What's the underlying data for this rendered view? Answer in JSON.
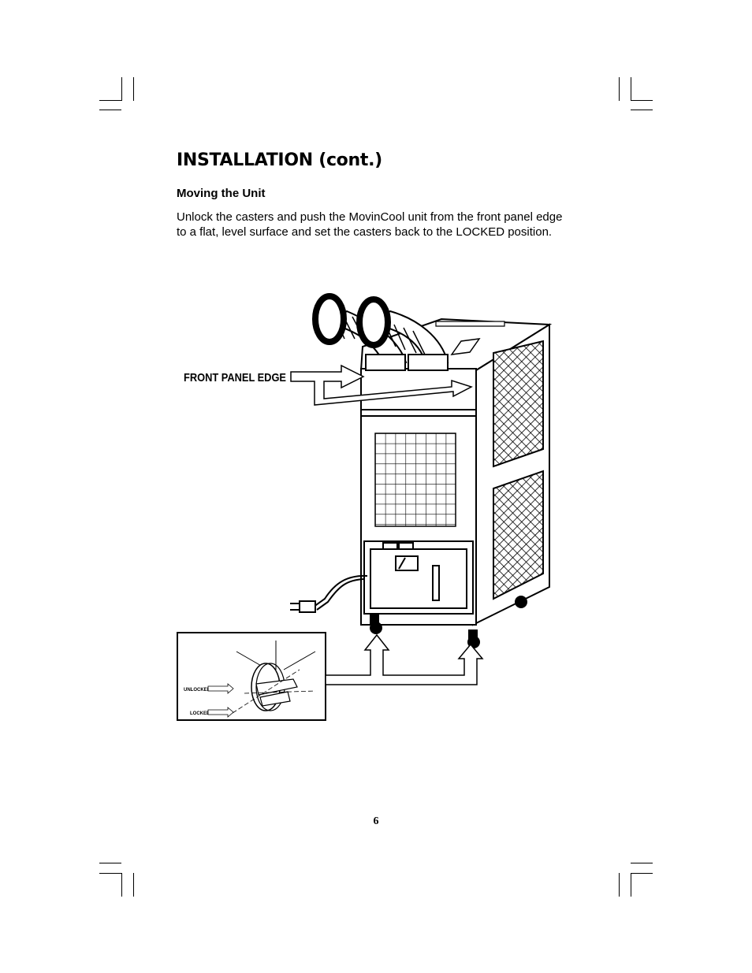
{
  "section_title": "INSTALLATION (cont.)",
  "subsection_title": "Moving the Unit",
  "paragraph": "Unlock the casters and push the MovinCool unit from the front panel edge to a flat, level surface and set the casters back to the LOCKED position.",
  "figure": {
    "callout_label": "FRONT PANEL EDGE",
    "inset_labels": {
      "unlocked": "UNLOCKED",
      "locked": "LOCKED"
    }
  },
  "page_number": "6"
}
